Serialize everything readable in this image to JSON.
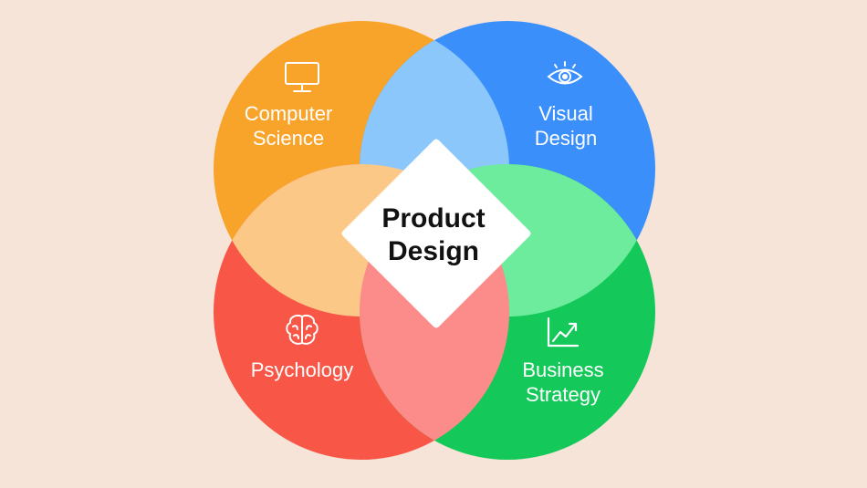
{
  "center": {
    "line1": "Product",
    "line2": "Design"
  },
  "areas": [
    {
      "key": "computer_science",
      "line1": "Computer",
      "line2": "Science",
      "icon": "monitor-icon",
      "color": "#f8a42a"
    },
    {
      "key": "visual_design",
      "line1": "Visual",
      "line2": "Design",
      "icon": "eye-icon",
      "color": "#3a8ffa"
    },
    {
      "key": "psychology",
      "line1": "Psychology",
      "line2": "",
      "icon": "brain-icon",
      "color": "#f85646"
    },
    {
      "key": "business_strategy",
      "line1": "Business",
      "line2": "Strategy",
      "icon": "growth-chart-icon",
      "color": "#14c95a"
    }
  ],
  "overlap_colors": {
    "top": "#8cc7fb",
    "left": "#fcc888",
    "right": "#6eec9e",
    "bottom": "#fb8c8a"
  },
  "background_color": "#f7e4d9",
  "diamond_color": "#ffffff"
}
